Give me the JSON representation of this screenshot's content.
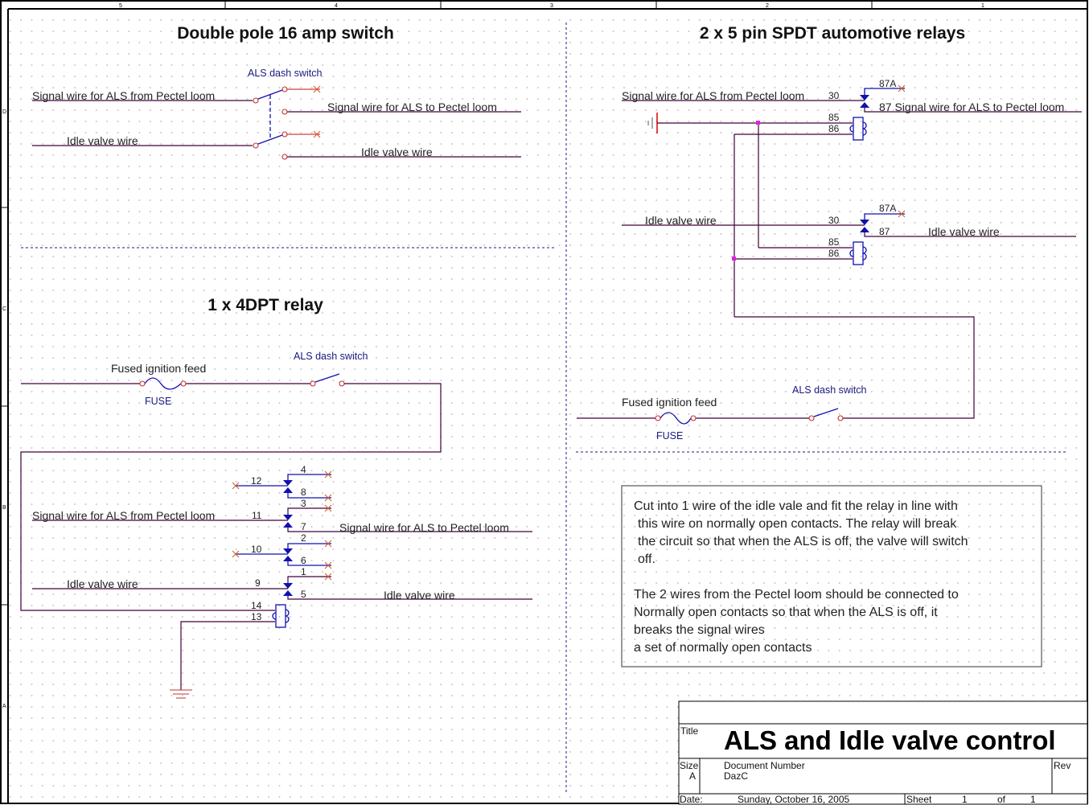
{
  "border": {
    "columns": [
      "5",
      "4",
      "3",
      "2",
      "1"
    ],
    "rows": [
      "D",
      "C",
      "B",
      "A"
    ]
  },
  "dp_switch": {
    "title": "Double pole 16 amp switch",
    "switch_label": "ALS dash switch",
    "in1": "Signal wire for ALS from Pectel loom",
    "out1": "Signal wire for ALS to Pectel loom",
    "in2": "Idle valve wire",
    "out2": "Idle valve wire"
  },
  "spdt": {
    "title": "2 x 5 pin SPDT automotive relays",
    "r1_in": "Signal wire for ALS from Pectel loom",
    "r1_out": "87 Signal wire for ALS to Pectel loom",
    "r2_in": "Idle valve wire",
    "r2_out": "Idle valve wire",
    "r2_87": "87",
    "p30": "30",
    "p87a": "87A",
    "p85": "85",
    "p86": "86",
    "feed": "Fused ignition feed",
    "fuse": "FUSE",
    "switch_label": "ALS dash switch"
  },
  "dpt": {
    "title": "1 x 4DPT relay",
    "feed": "Fused ignition feed",
    "fuse": "FUSE",
    "switch_label": "ALS dash switch",
    "in_signal": "Signal wire for ALS from Pectel loom",
    "out_signal": "Signal wire for ALS to Pectel loom",
    "in_idle": "Idle valve wire",
    "out_idle": "Idle valve wire",
    "pins": {
      "p1": "1",
      "p2": "2",
      "p3": "3",
      "p4": "4",
      "p5": "5",
      "p6": "6",
      "p7": "7",
      "p8": "8",
      "p9": "9",
      "p10": "10",
      "p11": "11",
      "p12": "12",
      "p13": "13",
      "p14": "14"
    }
  },
  "note": {
    "lines": [
      "Cut into 1 wire of the idle vale and fit the relay in line with",
      "this wire on normally open contacts. The relay will break",
      "the circuit so that when the ALS is off, the valve will switch",
      "off.",
      "The 2 wires from the Pectel loom should be connected to",
      "Normally open contacts so that when the ALS is off, it",
      "breaks the signal wires",
      "a set of normally open contacts"
    ]
  },
  "title_block": {
    "title_label": "Title",
    "title": "ALS and Idle valve control",
    "size_label": "Size",
    "size": "A",
    "docnum_label": "Document Number",
    "docnum": "DazC",
    "rev_label": "Rev",
    "date_label": "Date:",
    "date": "Sunday, October 16, 2005",
    "sheet_label": "Sheet",
    "sheet": "1",
    "of_label": "of",
    "of": "1"
  },
  "colors": {
    "wire": "#40003a",
    "pin": "#d04040",
    "relay": "#1010b0",
    "junction": "#e020e0"
  }
}
